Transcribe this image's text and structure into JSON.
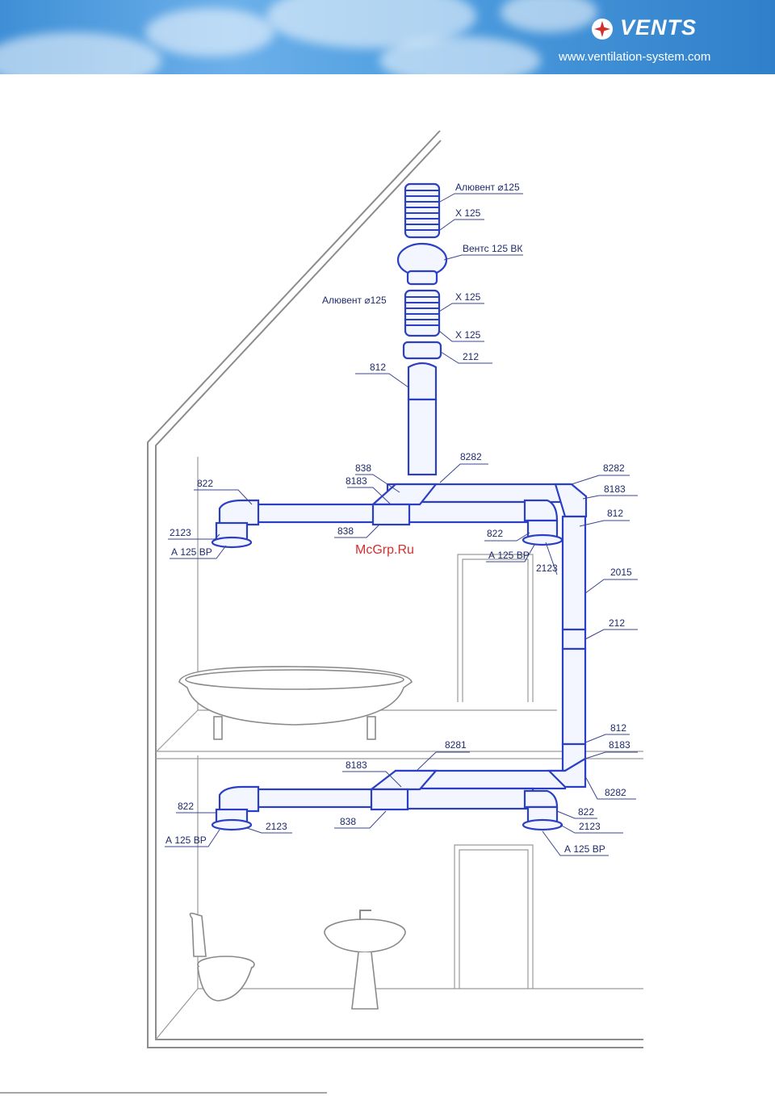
{
  "header": {
    "brand": "VENTS",
    "url": "www.ventilation-system.com",
    "brand_color": "#ffffff",
    "accent_color": "#d0302e"
  },
  "watermark": "McGrp.Ru",
  "colors": {
    "duct": "#2b3fc4",
    "walls": "#8c8c8c",
    "labels": "#1f2a6b"
  },
  "labels": {
    "aluvent_top": "Алювент ⌀125",
    "x125_a": "X 125",
    "fan": "Вентс 125 ВК",
    "aluvent_mid": "Алювент ⌀125",
    "x125_b": "X 125",
    "x125_c": "X 125",
    "n212_top": "212",
    "n812_top": "812",
    "n838_a": "838",
    "n8183_a": "8183",
    "n8282_a": "8282",
    "n8282_b": "8282",
    "n8183_b": "8183",
    "n812_b": "812",
    "n822_a": "822",
    "n2123_a": "2123",
    "a125_a": "А 125 ВР",
    "n838_b": "838",
    "n822_b": "822",
    "a125_b": "А 125 ВР",
    "n2123_b": "2123",
    "n2015": "2015",
    "n212_mid": "212",
    "n812_c": "812",
    "n8183_c": "8183",
    "n8281": "8281",
    "n8183_d": "8183",
    "n8282_c": "8282",
    "n822_c": "822",
    "n2123_c": "2123",
    "a125_c": "А 125 ВР",
    "n838_c": "838",
    "n822_d": "822",
    "n2123_d": "2123",
    "a125_d": "А 125 ВР"
  }
}
